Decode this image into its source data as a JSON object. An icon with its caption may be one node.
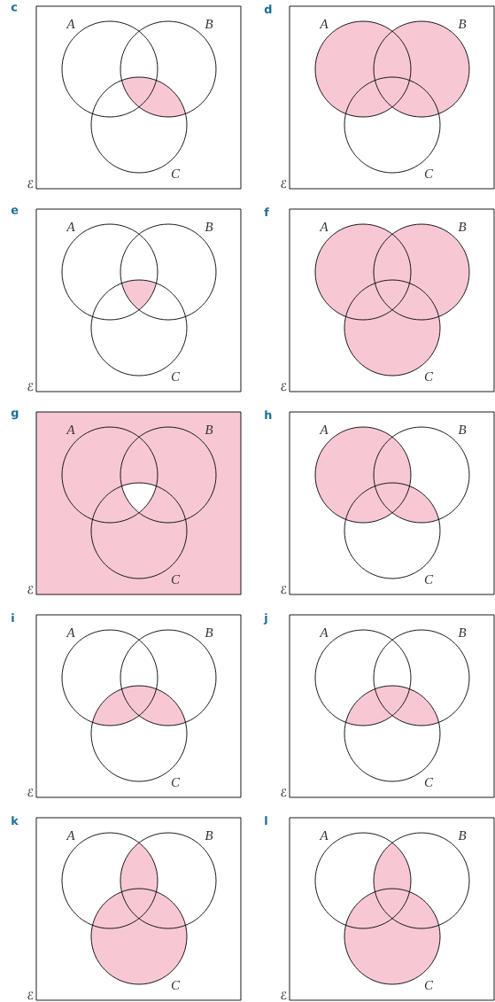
{
  "diagram": {
    "nodes": [
      {
        "text": [
          "c"
        ],
        "beside": [
          "ℰ"
        ]
      },
      {
        "text": [],
        "shape": "circle",
        "in": 0,
        "beside": [
          "A"
        ]
      },
      {
        "text": [],
        "shape": "circle",
        "in": 0,
        "beside": [
          "B"
        ]
      },
      {
        "text": [],
        "shape": "circle",
        "in": 0,
        "beside": [
          "C"
        ]
      },
      {
        "text": [
          "d"
        ],
        "beside": [
          "ℰ"
        ]
      },
      {
        "text": [],
        "shape": "circle",
        "in": 4,
        "beside": [
          "A"
        ]
      },
      {
        "text": [],
        "shape": "circle",
        "in": 4,
        "beside": [
          "B"
        ]
      },
      {
        "text": [],
        "shape": "circle",
        "in": 4,
        "beside": [
          "C"
        ]
      },
      {
        "text": [
          "e"
        ],
        "beside": [
          "ℰ"
        ]
      },
      {
        "text": [],
        "shape": "circle",
        "in": 8,
        "beside": [
          "A"
        ]
      },
      {
        "text": [],
        "shape": "circle",
        "in": 8,
        "beside": [
          "B"
        ]
      },
      {
        "text": [],
        "shape": "circle",
        "in": 8,
        "beside": [
          "C"
        ]
      },
      {
        "text": [
          "f"
        ],
        "beside": [
          "ℰ"
        ]
      },
      {
        "text": [],
        "shape": "circle",
        "in": 12,
        "beside": [
          "A"
        ]
      },
      {
        "text": [],
        "shape": "circle",
        "in": 12,
        "beside": [
          "B"
        ]
      },
      {
        "text": [],
        "shape": "circle",
        "in": 12,
        "beside": [
          "C"
        ]
      },
      {
        "text": [
          "g"
        ],
        "beside": [
          "ℰ"
        ]
      },
      {
        "text": [],
        "shape": "circle",
        "in": 16,
        "beside": [
          "A"
        ]
      },
      {
        "text": [],
        "shape": "circle",
        "in": 16,
        "beside": [
          "B"
        ]
      },
      {
        "text": [],
        "shape": "circle",
        "in": 16,
        "beside": [
          "C"
        ]
      },
      {
        "text": [
          "h"
        ],
        "beside": [
          "ℰ"
        ]
      },
      {
        "text": [],
        "shape": "circle",
        "in": 20,
        "beside": [
          "A"
        ]
      },
      {
        "text": [],
        "shape": "circle",
        "in": 20,
        "beside": [
          "B"
        ]
      },
      {
        "text": [],
        "shape": "circle",
        "in": 20,
        "beside": [
          "C"
        ]
      },
      {
        "text": [
          "i"
        ],
        "beside": [
          "ℰ"
        ]
      },
      {
        "text": [],
        "shape": "circle",
        "in": 24,
        "beside": [
          "A"
        ]
      },
      {
        "text": [],
        "shape": "circle",
        "in": 24,
        "beside": [
          "B"
        ]
      },
      {
        "text": [],
        "shape": "circle",
        "in": 24,
        "beside": [
          "C"
        ]
      },
      {
        "text": [
          "j"
        ],
        "beside": [
          "ℰ"
        ]
      },
      {
        "text": [],
        "shape": "circle",
        "in": 28,
        "beside": [
          "A"
        ]
      },
      {
        "text": [],
        "shape": "circle",
        "in": 28,
        "beside": [
          "B"
        ]
      },
      {
        "text": [],
        "shape": "circle",
        "in": 28,
        "beside": [
          "C"
        ]
      },
      {
        "text": [
          "k"
        ],
        "beside": [
          "ℰ"
        ]
      },
      {
        "text": [],
        "shape": "circle",
        "in": 32,
        "beside": [
          "A"
        ]
      },
      {
        "text": [],
        "shape": "circle",
        "in": 32,
        "beside": [
          "B"
        ]
      },
      {
        "text": [],
        "shape": "circle",
        "in": 32,
        "beside": [
          "C"
        ]
      },
      {
        "text": [
          "l"
        ],
        "beside": [
          "ℰ"
        ]
      },
      {
        "text": [],
        "shape": "circle",
        "in": 36,
        "beside": [
          "A"
        ]
      },
      {
        "text": [],
        "shape": "circle",
        "in": 36,
        "beside": [
          "B"
        ]
      },
      {
        "text": [],
        "shape": "circle",
        "in": 36,
        "beside": [
          "C"
        ]
      }
    ]
  }
}
